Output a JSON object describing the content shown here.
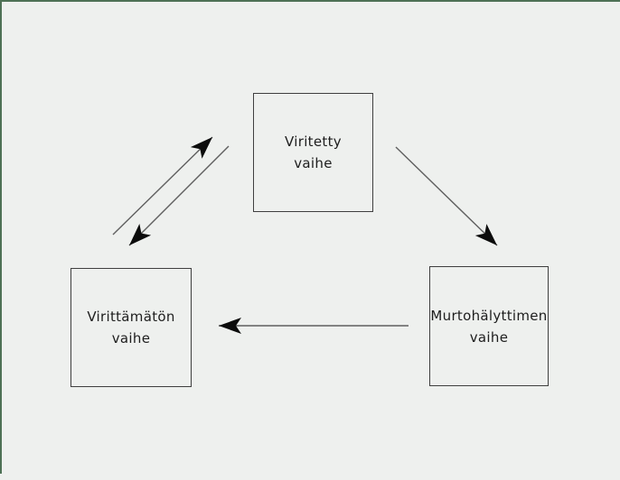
{
  "diagram": {
    "nodes": {
      "armed": {
        "line1": "Viritetty",
        "line2": "vaihe"
      },
      "unarmed": {
        "line1": "Virittämätön",
        "line2": "vaihe"
      },
      "alarm": {
        "line1": "Murtohälyttimen",
        "line2": "vaihe"
      }
    },
    "edges": [
      {
        "from": "unarmed",
        "to": "armed"
      },
      {
        "from": "armed",
        "to": "unarmed"
      },
      {
        "from": "armed",
        "to": "alarm"
      },
      {
        "from": "alarm",
        "to": "unarmed"
      }
    ],
    "colors": {
      "background": "#eef0ee",
      "frame": "#4e7155",
      "box_border": "#3f3f3f",
      "edge_line": "#5f5f5f",
      "arrowhead": "#0c0c0c",
      "text": "#1e1e1e"
    }
  }
}
